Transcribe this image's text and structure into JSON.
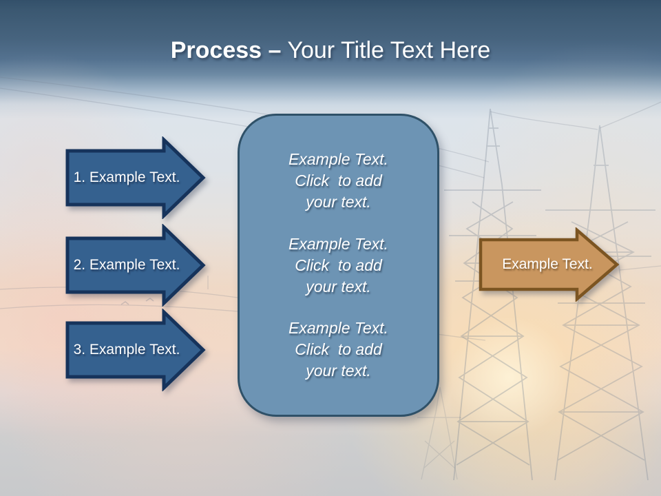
{
  "title": {
    "bold": "Process –",
    "rest": "Your Title Text Here"
  },
  "steps": [
    {
      "label": "1. Example Text."
    },
    {
      "label": "2. Example Text."
    },
    {
      "label": "3. Example Text."
    }
  ],
  "panel": {
    "blocks": [
      {
        "lines": [
          "Example Text.",
          "Click  to add",
          "your text."
        ]
      },
      {
        "lines": [
          "Example Text.",
          "Click  to add",
          "your text."
        ]
      },
      {
        "lines": [
          "Example Text.",
          "Click  to add",
          "your text."
        ]
      }
    ]
  },
  "output_arrow": {
    "label": "Example Text."
  },
  "colors": {
    "step_fill": "#35618F",
    "step_border": "#16335B",
    "panel_fill": "#6D94B4",
    "panel_border": "#2F5168",
    "cta_fill": "#C9965F",
    "cta_border": "#7C5522",
    "header_top": "#3A5871",
    "title_text": "#FFFFFF"
  }
}
